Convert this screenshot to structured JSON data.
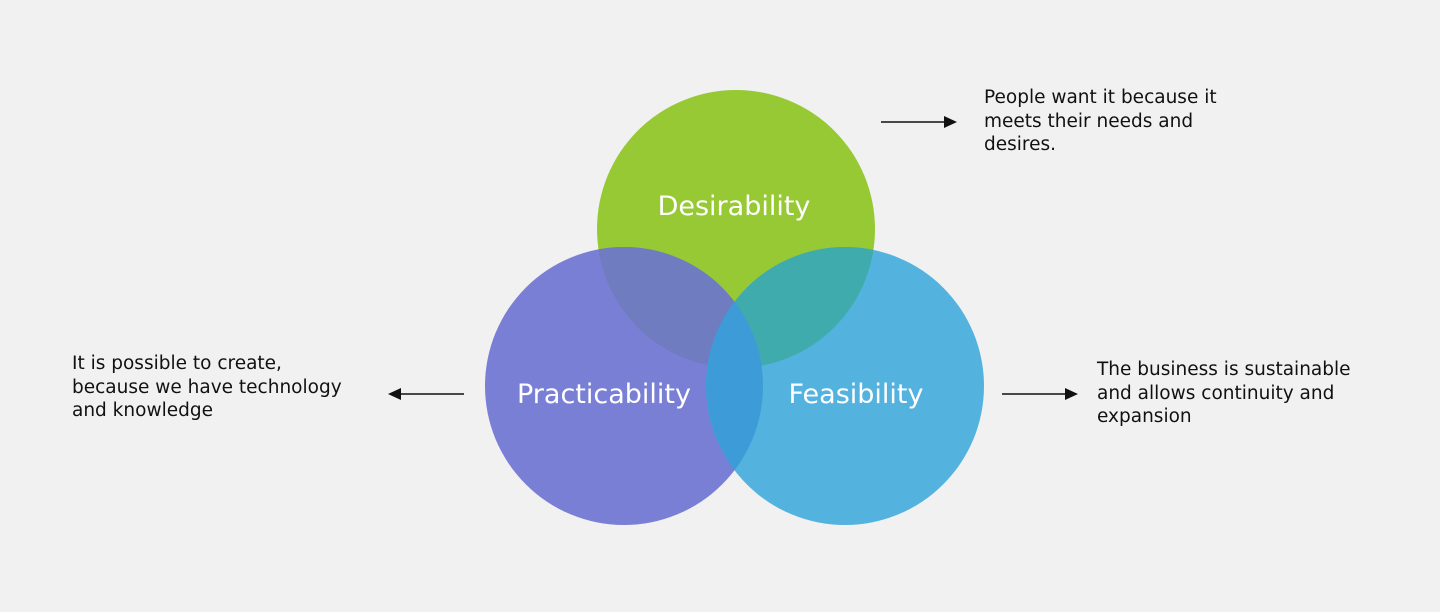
{
  "colors": {
    "background": "#f1f1f1",
    "desirability": "#97c934",
    "practicability": "#7a7fd6",
    "feasibility": "#54b2de",
    "overlap_desirability_practicability": "#6f7cbf",
    "overlap_desirability_feasibility": "#40abad",
    "overlap_practicability_feasibility": "#3d9bd8",
    "overlap_center": "#3d9bd8",
    "arrow": "#111111"
  },
  "circles": {
    "desirability": {
      "label": "Desirability"
    },
    "practicability": {
      "label": "Practicability"
    },
    "feasibility": {
      "label": "Feasibility"
    }
  },
  "descriptions": {
    "desirability": "People want it because it\nmeets their needs and\ndesires.",
    "practicability": "It is possible to create,\nbecause we have technology\nand knowledge",
    "feasibility": "The business is sustainable\nand allows continuity and\nexpansion"
  },
  "icons": {
    "arrow_desirability": "arrow-right-icon",
    "arrow_practicability": "arrow-left-icon",
    "arrow_feasibility": "arrow-right-icon"
  }
}
